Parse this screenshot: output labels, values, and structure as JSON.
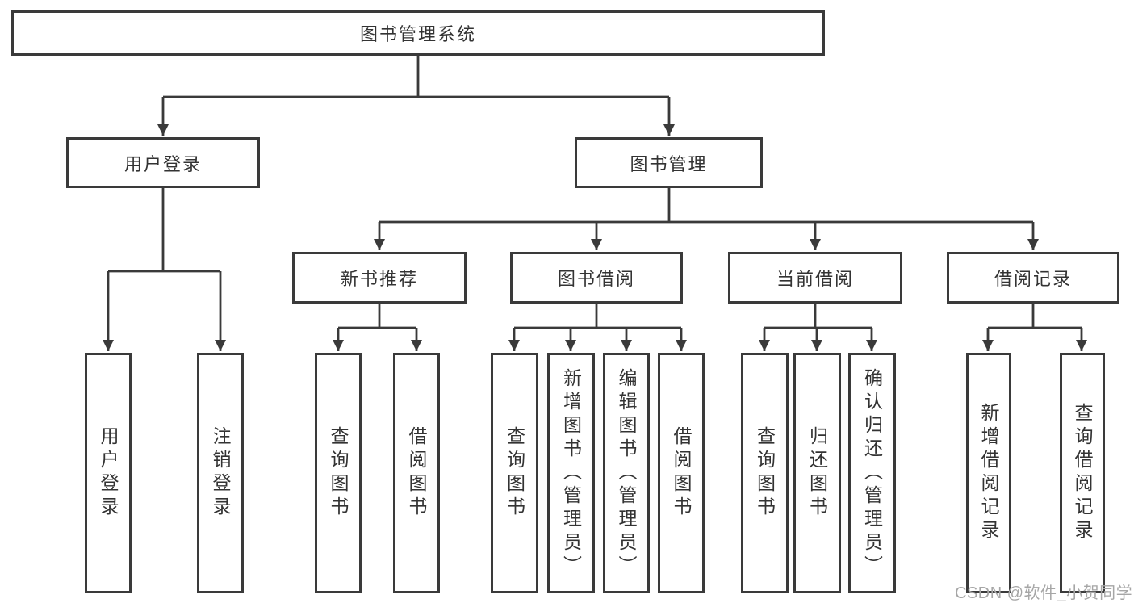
{
  "tree": {
    "root": {
      "label": "图书管理系统",
      "children": [
        {
          "label": "用户登录",
          "children": [
            {
              "label": "用户登录"
            },
            {
              "label": "注销登录"
            }
          ]
        },
        {
          "label": "图书管理",
          "children": [
            {
              "label": "新书推荐",
              "children": [
                {
                  "label": "查询图书"
                },
                {
                  "label": "借阅图书"
                }
              ]
            },
            {
              "label": "图书借阅",
              "children": [
                {
                  "label": "查询图书"
                },
                {
                  "label": "新增图书（管理员）"
                },
                {
                  "label": "编辑图书（管理员）"
                },
                {
                  "label": "借阅图书"
                }
              ]
            },
            {
              "label": "当前借阅",
              "children": [
                {
                  "label": "查询图书"
                },
                {
                  "label": "归还图书"
                },
                {
                  "label": "确认归还（管理员）"
                }
              ]
            },
            {
              "label": "借阅记录",
              "children": [
                {
                  "label": "新增借阅记录"
                },
                {
                  "label": "查询借阅记录"
                }
              ]
            }
          ]
        }
      ]
    }
  },
  "colors": {
    "line": "#3a3a3a",
    "text": "#333333",
    "watermark": "#a6a6a6"
  },
  "watermark": {
    "text": "CSDN @软件_小贺同学"
  }
}
